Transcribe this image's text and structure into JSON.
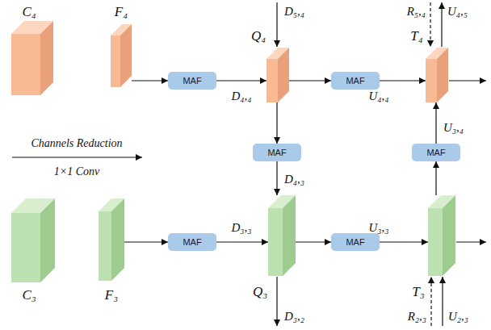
{
  "diagram": {
    "nodes": [
      {
        "text": [
          "C₄"
        ]
      },
      {
        "text": [
          "F₄"
        ]
      },
      {
        "text": [
          "MAF"
        ]
      },
      {
        "text": [
          "Q₄"
        ]
      },
      {
        "text": [
          "MAF"
        ]
      },
      {
        "text": [
          "T₄"
        ]
      },
      {
        "text": [
          "MAF"
        ]
      },
      {
        "text": [
          "MAF"
        ]
      },
      {
        "text": [
          "C₃"
        ]
      },
      {
        "text": [
          "F₃"
        ]
      },
      {
        "text": [
          "MAF"
        ]
      },
      {
        "text": [
          "Q₃"
        ]
      },
      {
        "text": [
          "MAF"
        ]
      },
      {
        "text": [
          "T₃"
        ]
      }
    ],
    "edges": [
      {
        "from": 1,
        "to": 2,
        "arrow": "to"
      },
      {
        "from": 2,
        "to": 3,
        "arrow": "to",
        "label": "D₄,₄"
      },
      {
        "from": 3,
        "to": 4,
        "arrow": "to"
      },
      {
        "from": 4,
        "to": 5,
        "arrow": "to",
        "label": "U₄,₄"
      },
      {
        "from": 3,
        "to": 6,
        "arrow": "to"
      },
      {
        "from": 6,
        "to": 11,
        "arrow": "to",
        "label": "D₄,₃"
      },
      {
        "from": 9,
        "to": 10,
        "arrow": "to"
      },
      {
        "from": 10,
        "to": 11,
        "arrow": "to",
        "label": "D₃,₃"
      },
      {
        "from": 11,
        "to": 12,
        "arrow": "to"
      },
      {
        "from": 12,
        "to": 13,
        "arrow": "to",
        "label": "U₃,₃"
      },
      {
        "from": 13,
        "to": 7,
        "arrow": "to"
      },
      {
        "from": 7,
        "to": 5,
        "arrow": "to",
        "label": "U₃,₄"
      }
    ],
    "labels": [
      "D₅,₄",
      "D₃,₂",
      "R₅,₄",
      "U₄,₅",
      "R₂,₃",
      "U₂,₃",
      "Channels Reduction",
      "1×1 Conv"
    ]
  }
}
